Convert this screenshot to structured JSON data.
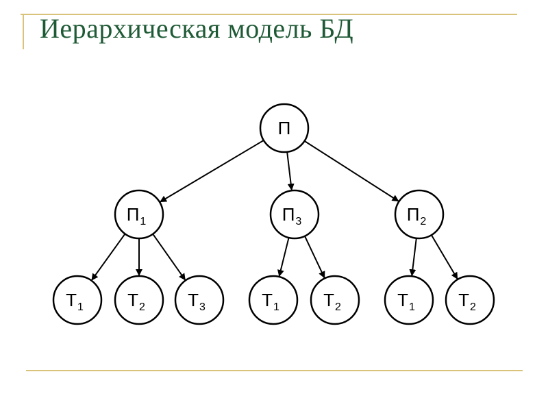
{
  "slide": {
    "title": "Иерархическая модель БД",
    "colors": {
      "title": "#1f5a36",
      "rule": "#d9c27a",
      "node_stroke": "#000000"
    }
  },
  "diagram": {
    "nodes": [
      {
        "id": "root",
        "label": "П",
        "sub": ""
      },
      {
        "id": "p1",
        "label": "П",
        "sub": "1"
      },
      {
        "id": "p3",
        "label": "П",
        "sub": "3"
      },
      {
        "id": "p2",
        "label": "П",
        "sub": "2"
      },
      {
        "id": "p1-t1",
        "label": "Т",
        "sub": "1"
      },
      {
        "id": "p1-t2",
        "label": "Т",
        "sub": "2"
      },
      {
        "id": "p1-t3",
        "label": "Т",
        "sub": "3"
      },
      {
        "id": "p3-t1",
        "label": "Т",
        "sub": "1"
      },
      {
        "id": "p3-t2",
        "label": "Т",
        "sub": "2"
      },
      {
        "id": "p2-t1",
        "label": "Т",
        "sub": "1"
      },
      {
        "id": "p2-t2",
        "label": "Т",
        "sub": "2"
      }
    ],
    "edges": [
      [
        "root",
        "p1"
      ],
      [
        "root",
        "p3"
      ],
      [
        "root",
        "p2"
      ],
      [
        "p1",
        "p1-t1"
      ],
      [
        "p1",
        "p1-t2"
      ],
      [
        "p1",
        "p1-t3"
      ],
      [
        "p3",
        "p3-t1"
      ],
      [
        "p3",
        "p3-t2"
      ],
      [
        "p2",
        "p2-t1"
      ],
      [
        "p2",
        "p2-t2"
      ]
    ]
  }
}
